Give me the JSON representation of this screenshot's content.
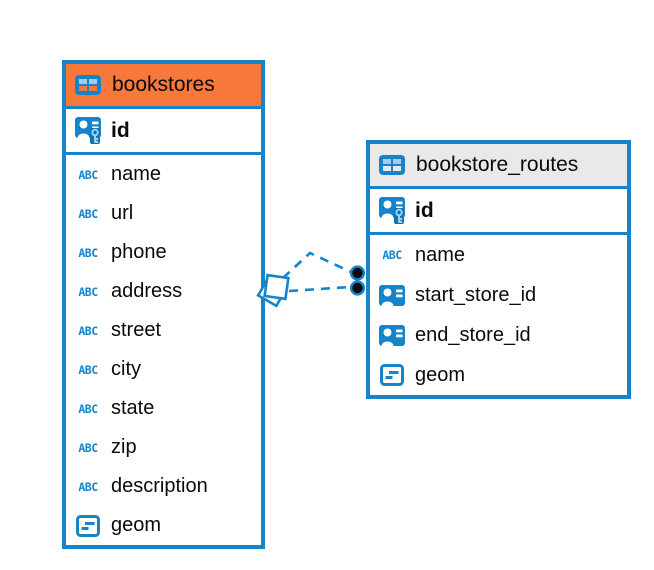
{
  "app": {
    "view": "entity-relationship-diagram"
  },
  "colors": {
    "blue": "#1584C8",
    "orange": "#F6793B",
    "gray_header": "#E9E9E9",
    "light_blue_cells": "#A6CAE9",
    "key_patch": "#0E74B8",
    "key_glyph": "#9AD2F2",
    "dot_black": "#0A0A0A"
  },
  "icons": {
    "abc_label": "ABC"
  },
  "tables": [
    {
      "title": "bookstores",
      "header_color": "#F6793B",
      "primary_key": {
        "name": "id"
      },
      "fields": [
        {
          "name": "name",
          "type": "text"
        },
        {
          "name": "url",
          "type": "text"
        },
        {
          "name": "phone",
          "type": "text"
        },
        {
          "name": "address",
          "type": "text"
        },
        {
          "name": "street",
          "type": "text"
        },
        {
          "name": "city",
          "type": "text"
        },
        {
          "name": "state",
          "type": "text"
        },
        {
          "name": "zip",
          "type": "text"
        },
        {
          "name": "description",
          "type": "text"
        },
        {
          "name": "geom",
          "type": "geometry"
        }
      ]
    },
    {
      "title": "bookstore_routes",
      "header_color": "#E9E9E9",
      "primary_key": {
        "name": "id"
      },
      "fields": [
        {
          "name": "name",
          "type": "text"
        },
        {
          "name": "start_store_id",
          "type": "reference"
        },
        {
          "name": "end_store_id",
          "type": "reference"
        },
        {
          "name": "geom",
          "type": "geometry"
        }
      ]
    }
  ],
  "relations": [
    {
      "from": "bookstores",
      "to": "bookstore_routes",
      "line_style": "dashed",
      "count": 2
    }
  ]
}
